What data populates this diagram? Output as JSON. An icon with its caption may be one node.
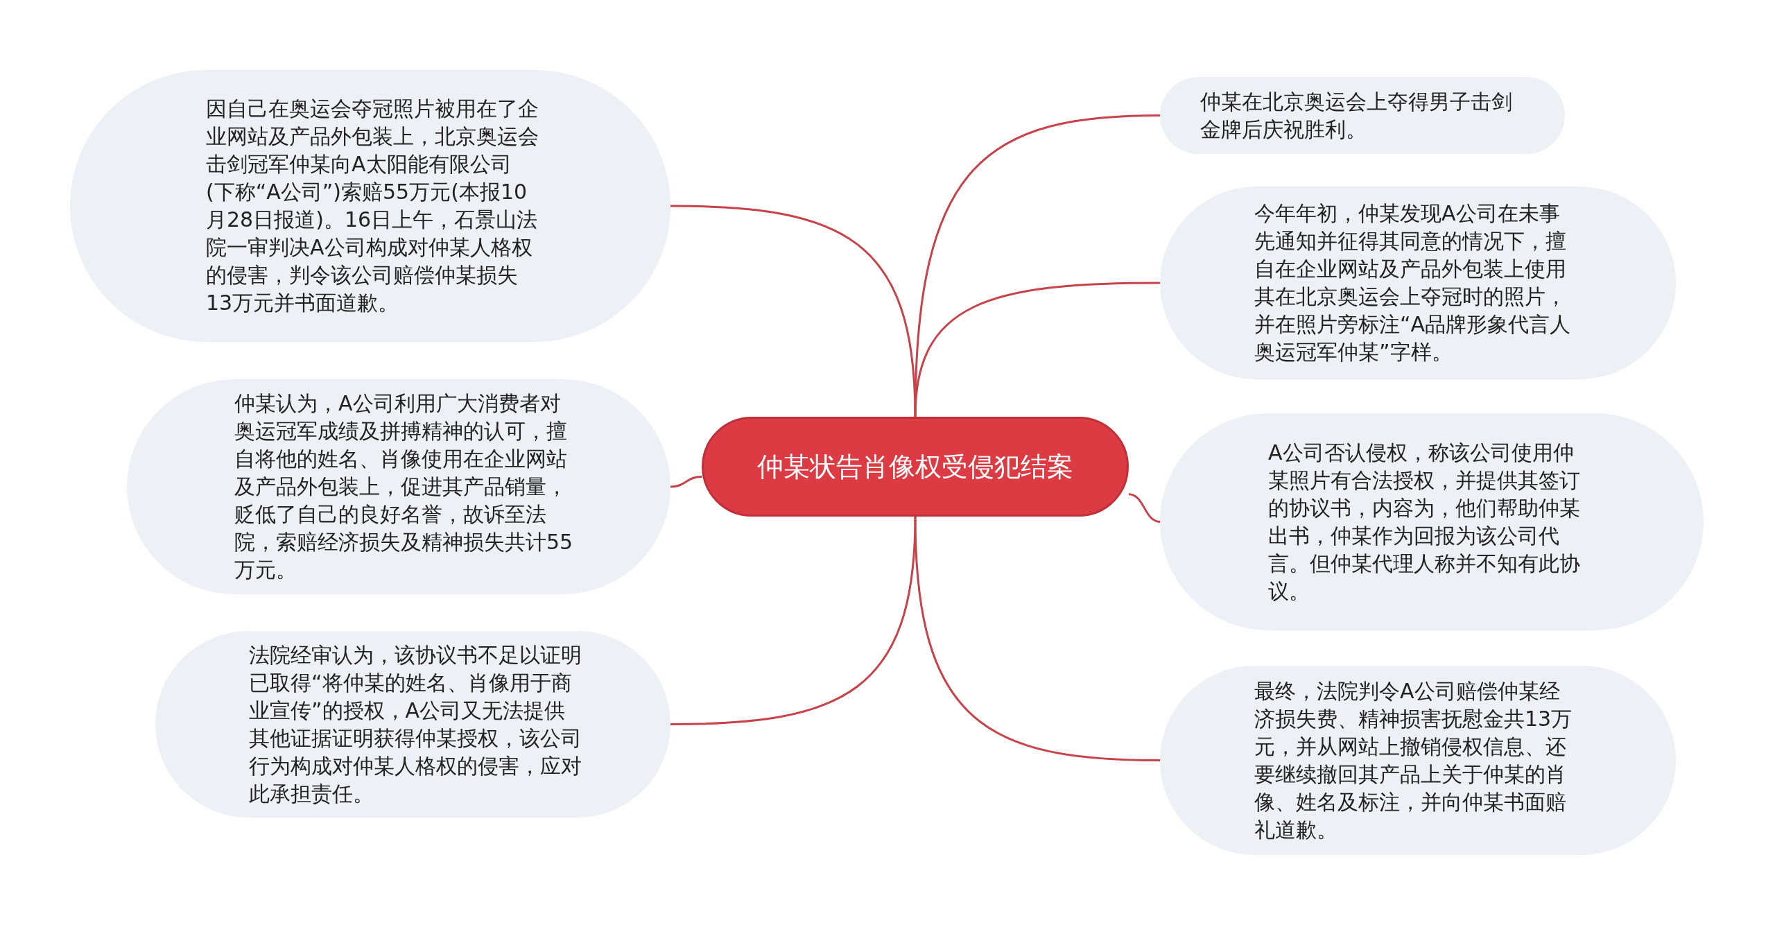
{
  "diagram": {
    "nodes": [
      {
        "text": [
          "仲某状告肖像权受侵犯结案"
        ]
      },
      {
        "text": [
          "因自己在奥运会夺冠照片被用在了企业网站及产品外包装上，北京奥运会击剑冠军仲某向A太阳能有限公司(下称“A公司”)索赔55万元(本报10月28日报道)。16日上午，石景山法院一审判决A公司构成对仲某人格权的侵害，判令该公司赔偿仲某损失13万元并书面道歉。"
        ]
      },
      {
        "text": [
          "仲某认为，A公司利用广大消费者对奥运冠军成绩及拼搏精神的认可，擅自将他的姓名、肖像使用在企业网站及产品外包装上，促进其产品销量，贬低了自己的良好名誉，故诉至法院，索赔经济损失及精神损失共计55万元。"
        ]
      },
      {
        "text": [
          "法院经审认为，该协议书不足以证明已取得“将仲某的姓名、肖像用于商业宣传”的授权，A公司又无法提供其他证据证明获得仲某授权，该公司行为构成对仲某人格权的侵害，应对此承担责任。"
        ]
      },
      {
        "text": [
          "仲某在北京奥运会上夺得男子击剑金牌后庆祝胜利。"
        ]
      },
      {
        "text": [
          "今年年初，仲某发现A公司在未事先通知并征得其同意的情况下，擅自在企业网站及产品外包装上使用其在北京奥运会上夺冠时的照片，并在照片旁标注“A品牌形象代言人奥运冠军仲某”字样。"
        ]
      },
      {
        "text": [
          "A公司否认侵权，称该公司使用仲某照片有合法授权，并提供其签订的协议书，内容为，他们帮助仲某出书，仲某作为回报为该公司代言。但仲某代理人称并不知有此协议。"
        ]
      },
      {
        "text": [
          "最终，法院判令A公司赔偿仲某经济损失费、精神损害抚慰金共13万元，并从网站上撤销侵权信息、还要继续撤回其产品上关于仲某的肖像、姓名及标注，并向仲某书面赔礼道歉。"
        ]
      }
    ],
    "edges": [
      {
        "from": 0,
        "to": 1,
        "arrow": "none"
      },
      {
        "from": 0,
        "to": 2,
        "arrow": "none"
      },
      {
        "from": 0,
        "to": 3,
        "arrow": "none"
      },
      {
        "from": 0,
        "to": 4,
        "arrow": "none"
      },
      {
        "from": 0,
        "to": 5,
        "arrow": "none"
      },
      {
        "from": 0,
        "to": 6,
        "arrow": "none"
      },
      {
        "from": 0,
        "to": 7,
        "arrow": "none"
      }
    ]
  }
}
